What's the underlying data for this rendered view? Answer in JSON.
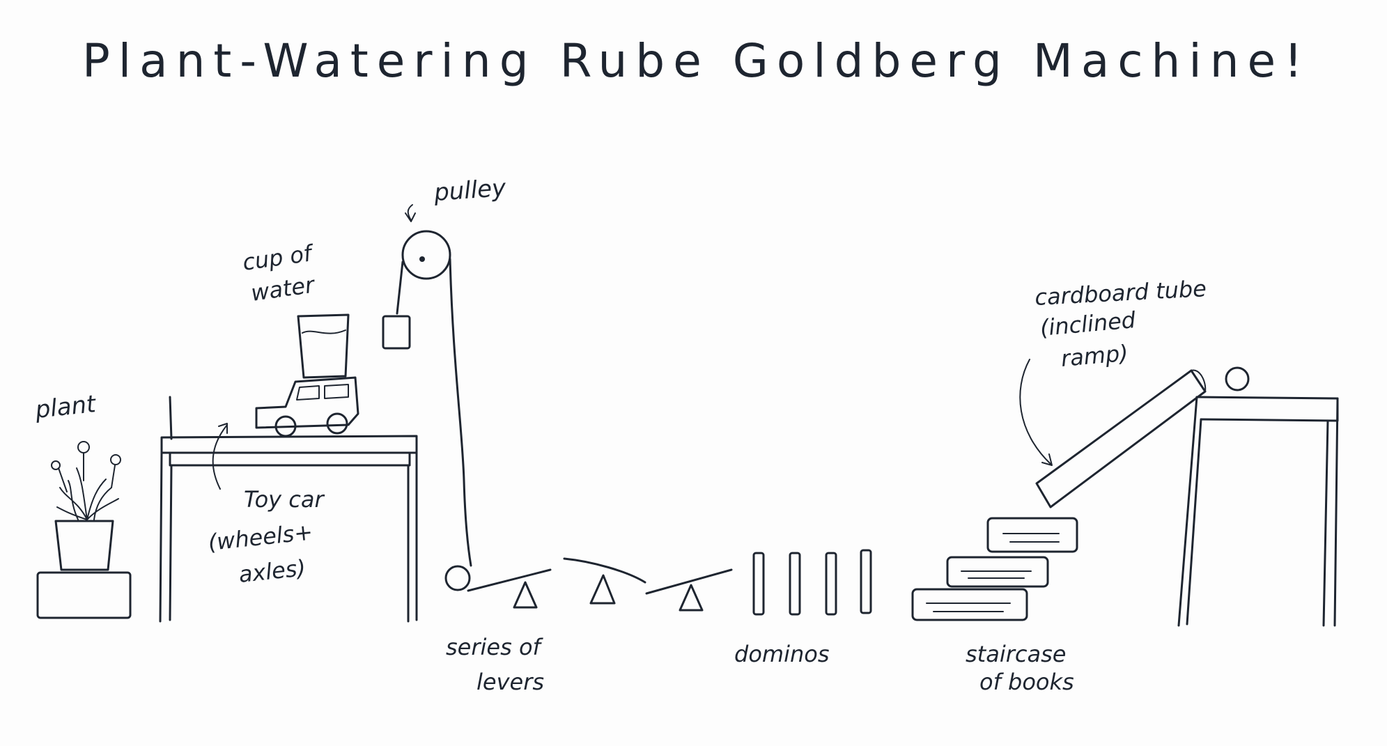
{
  "title": "Plant-Watering Rube Goldberg Machine!",
  "labels": {
    "plant": "plant",
    "cup_line1": "cup of",
    "cup_line2": "water",
    "pulley": "pulley",
    "toycar_line1": "Toy car",
    "toycar_line2": "(wheels+",
    "toycar_line3": "axles)",
    "levers_line1": "series of",
    "levers_line2": "levers",
    "dominos": "dominos",
    "staircase_line1": "staircase",
    "staircase_line2": "of books",
    "tube_line1": "cardboard tube",
    "tube_line2": "(inclined",
    "tube_line3": "ramp)"
  },
  "ink_color": "#1e2530"
}
